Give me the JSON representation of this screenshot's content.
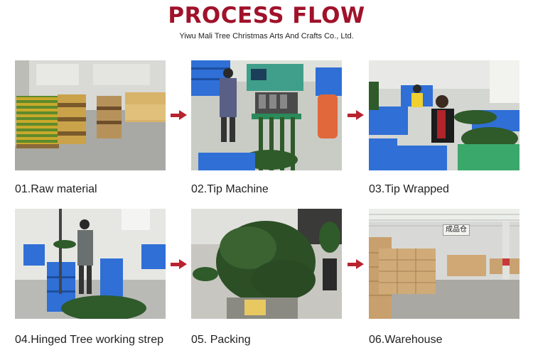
{
  "header": {
    "title": "PROCESS FLOW",
    "subtitle": "Yiwu Mali Tree Christmas Arts And Crafts Co., Ltd."
  },
  "steps": [
    {
      "caption": "01.Raw material"
    },
    {
      "caption": "02.Tip Machine"
    },
    {
      "caption": "03.Tip  Wrapped"
    },
    {
      "caption": "04.Hinged Tree working strep"
    },
    {
      "caption": "05. Packing"
    },
    {
      "caption": "06.Warehouse"
    }
  ],
  "warehouse_sign": "成品仓",
  "colors": {
    "title": "#a0122a",
    "arrow": "#b8232f",
    "crate_blue": "#2f6fd6",
    "tree_green": "#2f5a2a"
  }
}
